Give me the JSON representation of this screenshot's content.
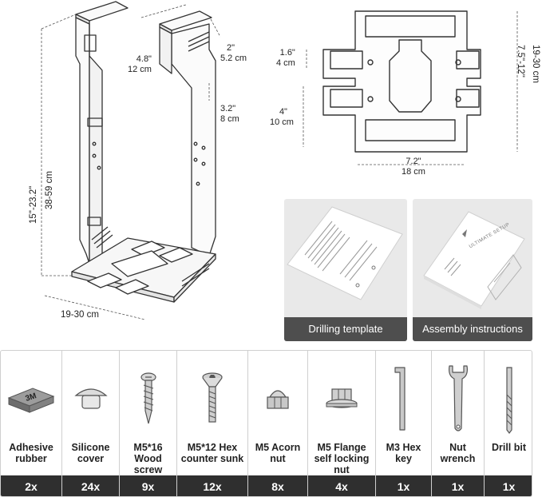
{
  "tower": {
    "dim_width_top": "4.8\"",
    "dim_width_top_cm": "12 cm",
    "dim_depth_top": "2\"",
    "dim_depth_top_cm": "5.2 cm",
    "dim_slot": "3.2\"",
    "dim_slot_cm": "8 cm",
    "dim_height": "15\"-23.2\"",
    "dim_height_cm": "38-59 cm",
    "dim_base": "19-30 cm"
  },
  "plate": {
    "dim_upper": "1.6\"",
    "dim_upper_cm": "4 cm",
    "dim_lower": "4\"",
    "dim_lower_cm": "10 cm",
    "dim_width": "7.2\"",
    "dim_width_cm": "18 cm",
    "dim_height_cm": "19-30 cm",
    "dim_height": "7.5\"-12\""
  },
  "cards": [
    {
      "caption": "Drilling template"
    },
    {
      "caption": "Assembly instructions"
    }
  ],
  "instructions_logo": "ULTIMATE SETUP",
  "parts": [
    {
      "label": "Adhesive rubber",
      "count": "2x",
      "icon": "adhesive-rubber-icon",
      "icon_text": "3M"
    },
    {
      "label": "Silicone cover",
      "count": "24x",
      "icon": "silicone-cover-icon"
    },
    {
      "label": "M5*16 Wood screw",
      "count": "9x",
      "icon": "wood-screw-icon"
    },
    {
      "label": "M5*12 Hex counter sunk",
      "count": "12x",
      "icon": "hex-countersunk-screw-icon"
    },
    {
      "label": "M5 Acorn nut",
      "count": "8x",
      "icon": "acorn-nut-icon"
    },
    {
      "label": "M5 Flange self locking nut",
      "count": "4x",
      "icon": "flange-nut-icon"
    },
    {
      "label": "M3 Hex key",
      "count": "1x",
      "icon": "hex-key-icon"
    },
    {
      "label": "Nut wrench",
      "count": "1x",
      "icon": "nut-wrench-icon"
    },
    {
      "label": "Drill bit",
      "count": "1x",
      "icon": "drill-bit-icon"
    }
  ]
}
